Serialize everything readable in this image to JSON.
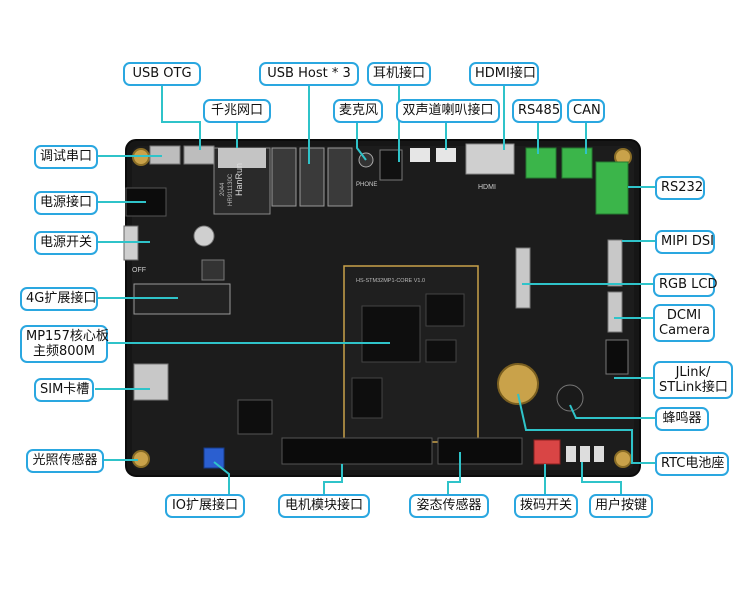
{
  "labels": [
    {
      "id": "usb-otg",
      "text": "USB OTG"
    },
    {
      "id": "usb-host",
      "text": "USB Host * 3"
    },
    {
      "id": "earphone",
      "text": "耳机接口"
    },
    {
      "id": "hdmi",
      "text": "HDMI接口"
    },
    {
      "id": "gigabit",
      "text": "千兆网口"
    },
    {
      "id": "mic",
      "text": "麦克风"
    },
    {
      "id": "speaker",
      "text": "双声道喇叭接口"
    },
    {
      "id": "rs485",
      "text": "RS485"
    },
    {
      "id": "can",
      "text": "CAN"
    },
    {
      "id": "debug-uart",
      "text": "调试串口"
    },
    {
      "id": "power-port",
      "text": "电源接口"
    },
    {
      "id": "power-switch",
      "text": "电源开关"
    },
    {
      "id": "4g",
      "text": "4G扩展接口"
    },
    {
      "id": "core",
      "line1": "MP157核心板",
      "line2": "主频800M"
    },
    {
      "id": "sim",
      "text": "SIM卡槽"
    },
    {
      "id": "light",
      "text": "光照传感器"
    },
    {
      "id": "rs232",
      "text": "RS232"
    },
    {
      "id": "mipi",
      "text": "MIPI DSI"
    },
    {
      "id": "rgb",
      "text": "RGB LCD"
    },
    {
      "id": "dcmi",
      "line1": "DCMI",
      "line2": "Camera"
    },
    {
      "id": "jlink",
      "line1": "JLink/",
      "line2": "STLink接口"
    },
    {
      "id": "buzzer",
      "text": "蜂鸣器"
    },
    {
      "id": "rtc",
      "text": "RTC电池座"
    },
    {
      "id": "io",
      "text": "IO扩展接口"
    },
    {
      "id": "motor",
      "text": "电机模块接口"
    },
    {
      "id": "attitude",
      "text": "姿态传感器"
    },
    {
      "id": "dip",
      "text": "拨码开关"
    },
    {
      "id": "user-key",
      "text": "用户按键"
    }
  ],
  "board_print": {
    "brand": "HanRun",
    "jack_code": "HR911130C",
    "jack_date": "2044",
    "hdmi_text": "HDMI",
    "phone_text": "PHONE",
    "core_text": "HS-STM32MP1-CORE V1.0",
    "off_text": "OFF"
  },
  "colors": {
    "board": "#161616",
    "label_border": "#2aa7e0",
    "leader_line": "#2fc3c9",
    "terminal_green": "#3bb54a"
  }
}
